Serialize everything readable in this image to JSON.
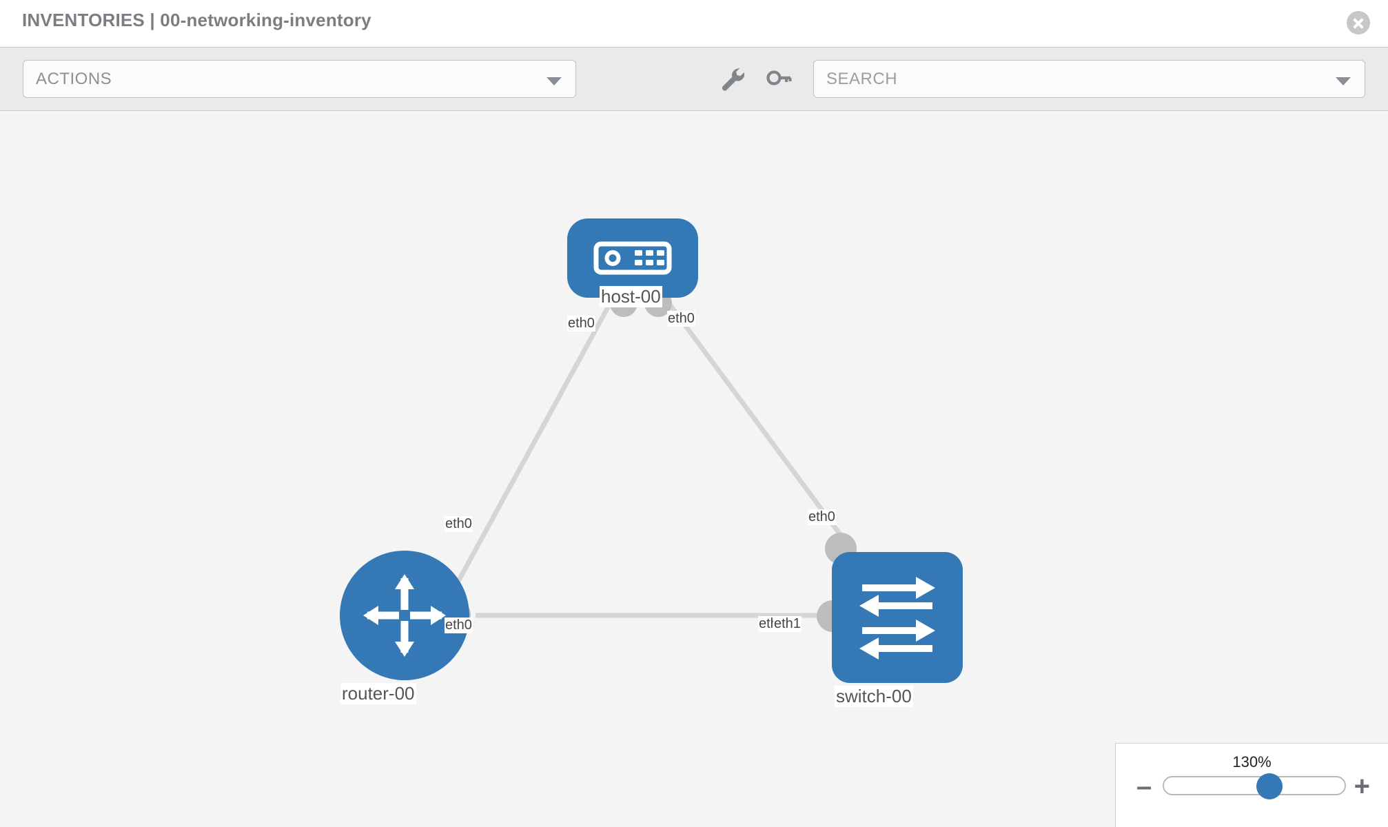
{
  "header": {
    "title": "INVENTORIES | 00-networking-inventory",
    "close_icon": "close-circle-icon"
  },
  "toolbar": {
    "actions_label": "ACTIONS",
    "actions_caret": "chevron-down-icon",
    "wrench_icon": "wrench-icon",
    "key_icon": "key-icon",
    "search_placeholder": "SEARCH",
    "search_value": "",
    "search_caret": "chevron-down-icon"
  },
  "topology": {
    "background_color": "#f4f4f4",
    "node_color": "#3479b5",
    "edge_color": "#d5d5d5",
    "nub_color": "#bdbdbd",
    "nodes": [
      {
        "id": "host-00",
        "label": "host-00",
        "icon": "server-icon",
        "shape": "rounded-rect"
      },
      {
        "id": "router-00",
        "label": "router-00",
        "icon": "router-icon",
        "shape": "circle"
      },
      {
        "id": "switch-00",
        "label": "switch-00",
        "icon": "switch-icon",
        "shape": "rounded-rect"
      }
    ],
    "links": [
      {
        "from": "host-00",
        "to": "router-00",
        "from_port": "eth0",
        "to_port": "eth0"
      },
      {
        "from": "host-00",
        "to": "switch-00",
        "from_port": "eth0",
        "to_port": "eth0"
      },
      {
        "from": "router-00",
        "to": "switch-00",
        "from_port": "eth0",
        "to_port": "eth1"
      }
    ],
    "port_labels": {
      "host_left": "eth0",
      "host_right": "eth0",
      "router_up": "eth0",
      "switch_up": "eth0",
      "router_right": "eth0",
      "switch_left_back": "eth1",
      "switch_left_front": "eth1"
    }
  },
  "zoom_control": {
    "percent": "130%",
    "minus_label": "–",
    "plus_label": "+",
    "slider_value": 60
  }
}
